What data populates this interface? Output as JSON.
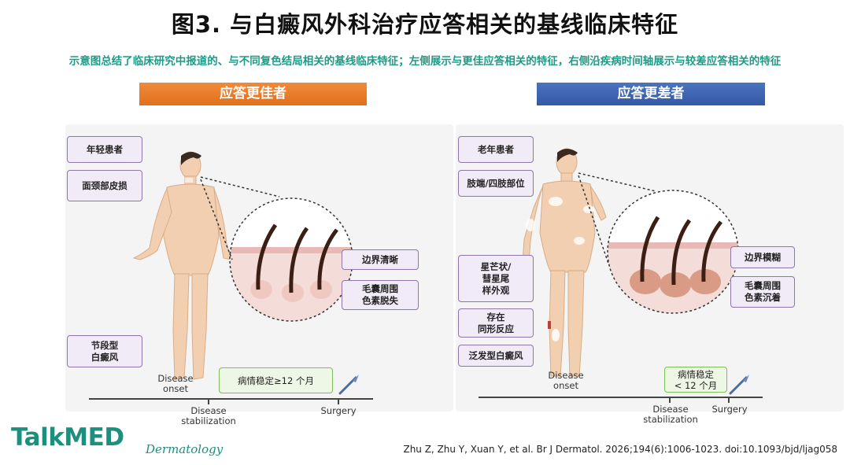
{
  "title": "图3. 与白癜风外科治疗应答相关的基线临床特征",
  "subtitle": "示意图总结了临床研究中报道的、与不同复色结局相关的基线临床特征；左侧展示与更佳应答相关的特征，右侧沿疾病时间轴展示与较差应答相关的特征",
  "left": {
    "banner": "应答更佳者",
    "boxes": [
      "年轻患者",
      "面颈部皮损",
      "节段型\n白癜风",
      "边界清晰",
      "毛囊周围\n色素脱失"
    ],
    "stable": "病情稳定≥12 个月",
    "onset": "Disease\nonset",
    "stabilization": "Disease\nstabilization",
    "surgery": "Surgery"
  },
  "right": {
    "banner": "应答更差者",
    "boxes": [
      "老年患者",
      "肢端/四肢部位",
      "星芒状/\n彗星尾\n样外观",
      "存在\n同形反应",
      "泛发型白癜风",
      "边界模糊",
      "毛囊周围\n色素沉着"
    ],
    "stable": "病情稳定\n< 12 个月",
    "onset": "Disease\nonset",
    "stabilization": "Disease\nstabilization",
    "surgery": "Surgery"
  },
  "colors": {
    "better": "#e87722",
    "worse": "#3d66b3",
    "accent": "#1d8f7e"
  },
  "icons": [
    "person-figure-icon",
    "hair-follicle-icon",
    "scalpel-icon"
  ],
  "footer": {
    "logo": "TalkMED",
    "logo_sub": "Dermatology",
    "citation": "Zhu Z, Zhu Y, Xuan Y, et al. Br J Dermatol. 2026;194(6):1006-1023. doi:10.1093/bjd/ljag058"
  }
}
